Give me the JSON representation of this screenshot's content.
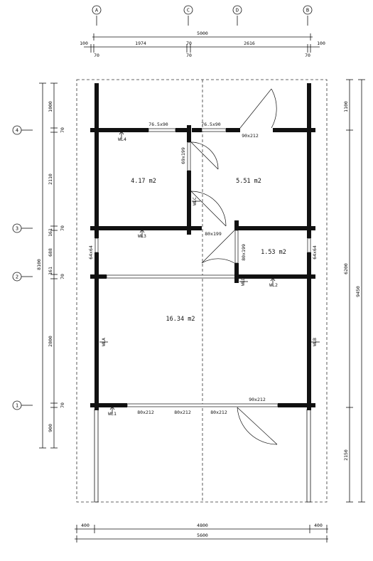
{
  "grid_columns": [
    "A",
    "C",
    "D",
    "B"
  ],
  "grid_rows": [
    "4",
    "3",
    "2",
    "1"
  ],
  "top_dims": {
    "overall": "5000",
    "segments": [
      "100",
      "1974",
      "70",
      "2616",
      "100"
    ],
    "sub": [
      "70",
      "70",
      "70"
    ]
  },
  "bottom_dims": {
    "segments": [
      "400",
      "4800",
      "400"
    ],
    "overall": "5600"
  },
  "left_dims": {
    "overall": "8100",
    "segments": [
      "1000",
      "70",
      "2110",
      "161",
      "70",
      "688",
      "161",
      "70",
      "2800",
      "70",
      "900"
    ]
  },
  "right_dims": {
    "overall": "9450",
    "mid": "6200",
    "segments": [
      "1100",
      "2150"
    ]
  },
  "rooms": [
    "4.17 m2",
    "5.51 m2",
    "1.53 m2",
    "16.34 m2"
  ],
  "openings": [
    "76.5x90",
    "76.5x90",
    "90x212",
    "69x199",
    "80x199",
    "80x199",
    "64x64",
    "64x64",
    "80x212",
    "80x212",
    "80x212",
    "90x212"
  ],
  "wall_tags": [
    "WL4",
    "WLC",
    "WL3",
    "WLD",
    "WL2",
    "WLA",
    "WLB",
    "WL1"
  ]
}
